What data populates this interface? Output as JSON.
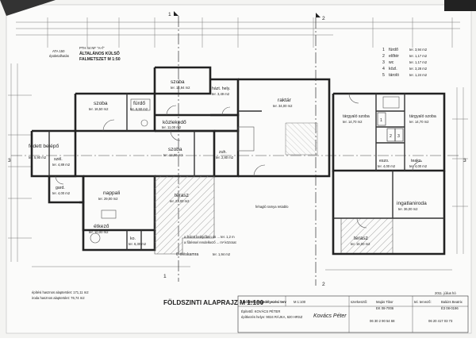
{
  "drawing": {
    "title": "FÖLDSZINTI ALAPRAJZ M 1:100",
    "sections": {
      "s1_top": "1",
      "s2_top": "2",
      "s1_bottom": "1",
      "s2_bottom": "2",
      "s3_left": "3",
      "s3_right": "3"
    },
    "facade_note": {
      "line1": "ÁLTALÁNOS KÜLSŐ",
      "line2": "FALMETSZET M 1:50",
      "code": "PTH 44 NF \"A+f\""
    },
    "site_note": {
      "line1": "ATA 150",
      "line2": "épületalhatás"
    },
    "legend": [
      {
        "no": "1",
        "name": "fürdő",
        "area": "ter. 3,94 m2"
      },
      {
        "no": "2",
        "name": "előtér",
        "area": "ter. 1,17 m2"
      },
      {
        "no": "3",
        "name": "wc",
        "area": "ter. 1,17 m2"
      },
      {
        "no": "4",
        "name": "közl.",
        "area": "ter. 3,28 m2"
      },
      {
        "no": "5",
        "name": "tároló",
        "area": "ter. 1,24 m2"
      }
    ],
    "rooms": {
      "szoba_top": {
        "name": "szoba",
        "area": "ter. 14,94 m2"
      },
      "szoba_left": {
        "name": "szoba",
        "area": "ter. 16,50 m2"
      },
      "furdo": {
        "name": "fürdő",
        "area": "ter. 6,50 m2"
      },
      "hazt": {
        "name": "házt. hely.",
        "area": "ter. 3,49 m2"
      },
      "kozlekedo": {
        "name": "közlekedő",
        "area": "ter. 11,00 m2"
      },
      "szoba_mid": {
        "name": "szoba",
        "area": "ter. 12,00 m2"
      },
      "zuh": {
        "name": "zuh.",
        "area": "ter. 2,80 m2"
      },
      "raktar": {
        "name": "raktár",
        "area": "ter. 34,00 m2"
      },
      "fedett": {
        "name": "fedett belépő",
        "area": "ter. 5,90 m2"
      },
      "szel": {
        "name": "szél.",
        "area": "ter. 4,89 m2"
      },
      "gard": {
        "name": "gard.",
        "area": "ter. 4,00 m2"
      },
      "nappali": {
        "name": "nappali",
        "area": "ter. 29,00 m2"
      },
      "etkezo": {
        "name": "étkező",
        "area": "ter. 10,00 m2"
      },
      "ko": {
        "name": "ko.",
        "area": "ter. 6,30 m2"
      },
      "terasz_mid": {
        "name": "terasz",
        "area": "ter. 21,00 m2"
      },
      "targy1": {
        "name": "tárgyaló szoba",
        "area": "ter. 14,70 m2"
      },
      "targy2": {
        "name": "tárgyaló szoba",
        "area": "ter. 14,70 m2"
      },
      "eszo": {
        "name": "eszo.",
        "area": "ter. 4,00 m2"
      },
      "teako": {
        "name": "teako.",
        "area": "ter. 4,00 m2"
      },
      "ingatlan": {
        "name": "ingatlaniroda",
        "area": "ter. 36,00 m2"
      },
      "terasz_right": {
        "name": "terasz",
        "area": "ter. 16,00 m2"
      },
      "dieskamra": {
        "name": "6 éléskamra",
        "area": "ter. 1,94 m2"
      }
    },
    "notes": {
      "n1": "a fedett belépőben és ... ter. 1,2 m",
      "n2": "a fűtéssel rendelkező ... m² közcsat",
      "tetosik": "fehagló ramya retiablo"
    },
    "areas_block": {
      "line1": "építési hasznos alapterület: 171,11 m2",
      "line2": "iroda hasznos alapterület: 76,74 m2"
    },
    "stamp": {
      "brand": "... bővítési engedélyezési terv",
      "tervezo": "Építettő: KOVÁCS PÉTER",
      "hely": "építkezés helye: 9024 RÁJKA, 620 HRSZ",
      "scale": "M 1:100",
      "date": "2011. július hó",
      "szerkesztő": "szerkesztő:",
      "designer1": "Majás Tibor",
      "designer1_id": "EK 08-7006",
      "phone1": "06 30 2 90 54 68",
      "designer2": "Balázs Beatrix",
      "designer2_id": "É3 08-0196",
      "phone2": "06 20 417 03 73",
      "tel": "tel. tervező:",
      "sign": "Kovács Péter"
    }
  }
}
